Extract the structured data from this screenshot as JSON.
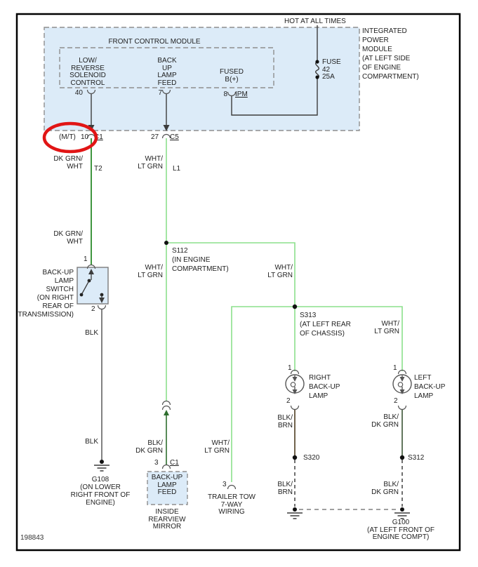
{
  "title_block": {
    "code": "198843"
  },
  "power": {
    "hot": "HOT AT ALL TIMES",
    "fuse": "FUSE\n42\n25A",
    "module": "INTEGRATED\nPOWER\nMODULE\n(AT LEFT SIDE\nOF ENGINE\nCOMPARTMENT)",
    "pin8": "8",
    "ipm": "IPM"
  },
  "fcm": {
    "title": "FRONT CONTROL MODULE",
    "low_reverse": "LOW/\nREVERSE\nSOLENOID\nCONTROL",
    "backup_feed": "BACK\nUP\nLAMP\nFEED",
    "fused_b": "FUSED\nB(+)",
    "pin40": "40",
    "pin7": "7"
  },
  "conn": {
    "mt": "(M/T)",
    "pin10": "10",
    "c1": "C1",
    "pin27": "27",
    "c5": "C5",
    "pin1": "1",
    "pin2": "2",
    "pin3": "3"
  },
  "wire": {
    "dkgrnwht": "DK GRN/\nWHT",
    "t2": "T2",
    "whtltgrn": "WHT/\nLT GRN",
    "l1": "L1",
    "blk": "BLK",
    "blkbrn": "BLK/\nBRN",
    "blkdkgrn": "BLK/\nDK GRN"
  },
  "sw": {
    "label": "BACK-UP\nLAMP\nSWITCH\n(ON RIGHT\nREAR OF\nTRANSMISSION)"
  },
  "splice": {
    "s112": "S112\n(IN ENGINE\nCOMPARTMENT)",
    "s313": "S313\n(AT LEFT REAR\nOF CHASSIS)",
    "s320": "S320",
    "s312": "S312"
  },
  "gnd": {
    "g108": "G108\n(ON LOWER\nRIGHT FRONT OF\nENGINE)",
    "g100": "G100\n(AT LEFT FRONT OF\nENGINE COMPT)"
  },
  "lamp": {
    "right": "RIGHT\nBACK-UP\nLAMP",
    "left": "LEFT\nBACK-UP\nLAMP"
  },
  "mirror": {
    "feed": "BACK-UP\nLAMP\nFEED",
    "loc": "INSIDE\nREARVIEW\nMIRROR"
  },
  "trailer": {
    "label": "TRAILER TOW\n7-WAY\nWIRING"
  },
  "colors": {
    "module_fill": "#dcebf8",
    "wire_dk_green": "#0f7c0f",
    "wire_lt_green": "#8ce08c",
    "wire_black": "#585858",
    "wire_blk_brn": "#4d3c20",
    "wire_blk_dkgrn": "#3a5535",
    "highlight_red": "#e11515"
  }
}
